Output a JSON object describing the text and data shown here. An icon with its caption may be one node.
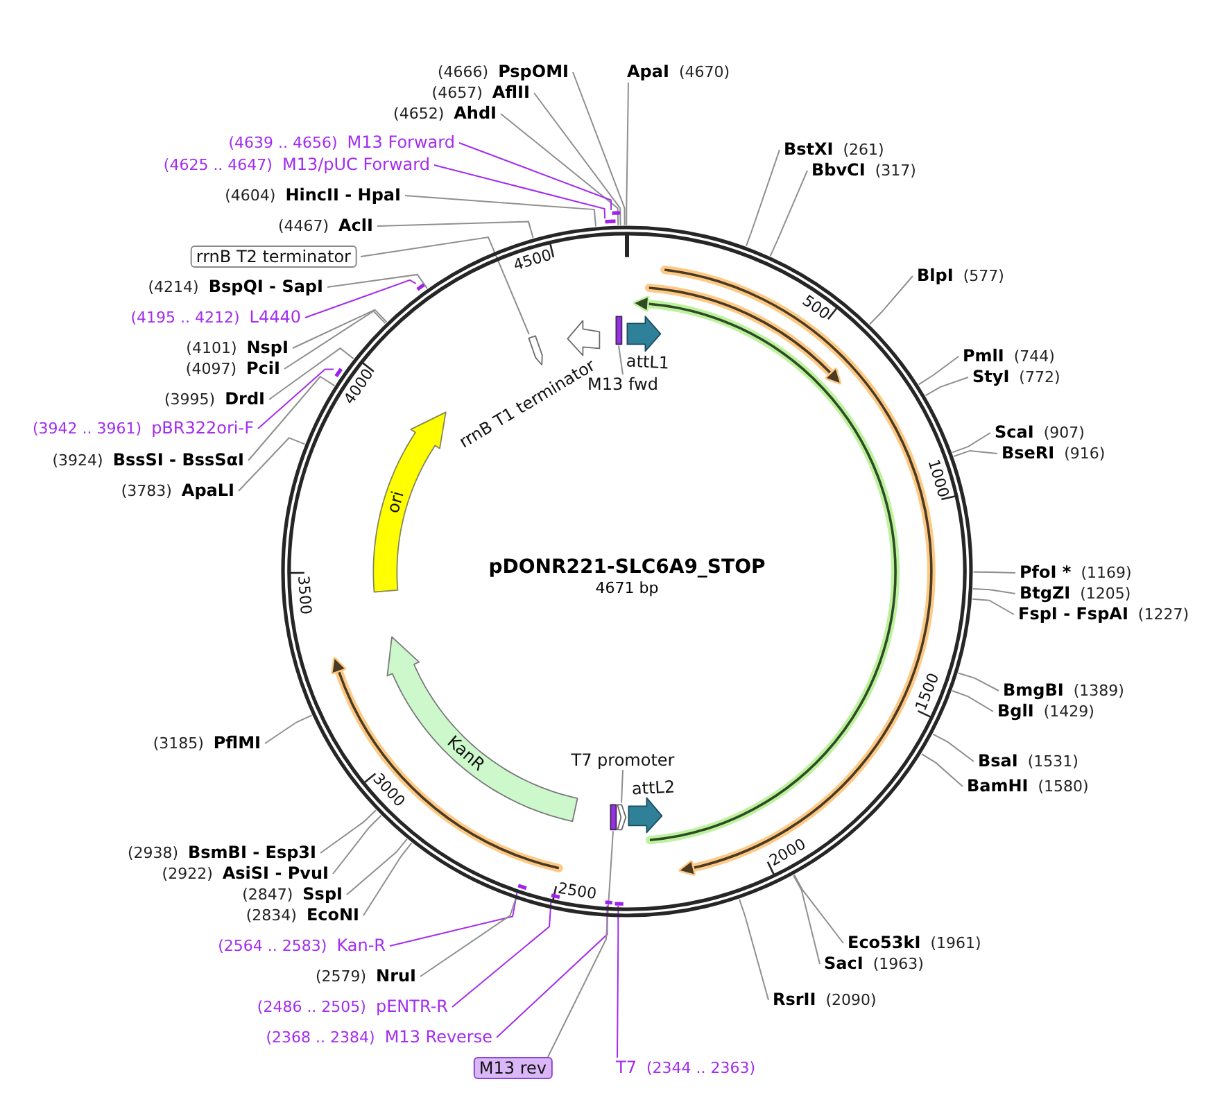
{
  "diagram": {
    "nodes": [
      {
        "text": [
          "pDONR221-SLC6A9_STOP",
          "4671 bp"
        ]
      },
      {
        "text": [],
        "shape": "arrow",
        "in": 0
      },
      {
        "text": [],
        "shape": "arrow",
        "in": 0,
        "beside": [
          "rrnB T1 terminator"
        ]
      },
      {
        "text": [],
        "shape": "bar",
        "in": 0
      },
      {
        "text": [],
        "shape": "arrow",
        "in": 0,
        "beside": [
          "attL1"
        ]
      },
      {
        "text": [
          "ori"
        ],
        "in": 0
      },
      {
        "text": [
          "KanR"
        ],
        "in": 0
      },
      {
        "text": [],
        "shape": "bar",
        "in": 0
      },
      {
        "text": [],
        "shape": "arrow",
        "in": 0
      },
      {
        "text": [],
        "shape": "arrow",
        "in": 0,
        "beside": [
          "attL2"
        ]
      },
      {
        "text": [
          "M13 fwd"
        ],
        "in": 0
      },
      {
        "text": [
          "T7 promoter"
        ],
        "in": 0
      },
      {
        "text": [],
        "shape": "bar"
      },
      {
        "text": [],
        "shape": "bar"
      },
      {
        "text": [],
        "shape": "bar"
      },
      {
        "text": [],
        "shape": "bar"
      },
      {
        "text": [],
        "shape": "bar",
        "in": 0
      },
      {
        "text": [],
        "shape": "bar",
        "in": 0
      },
      {
        "text": [],
        "shape": "bar",
        "in": 0
      },
      {
        "text": [],
        "shape": "bar",
        "in": 0
      },
      {
        "text": [
          "(4666)",
          "PspOMI"
        ]
      },
      {
        "text": [
          "(4657)",
          "AflII"
        ]
      },
      {
        "text": [
          "(4652)",
          "AhdI"
        ]
      },
      {
        "text": [
          "(4639 .. 4656)",
          "M13 Forward"
        ]
      },
      {
        "text": [
          "(4625 .. 4647)",
          "M13/pUC Forward"
        ]
      },
      {
        "text": [
          "(4604)",
          "HincII - HpaI"
        ]
      },
      {
        "text": [
          "(4467)",
          "AclI"
        ]
      },
      {
        "text": [
          "rrnB T2 terminator"
        ]
      },
      {
        "text": [
          "(4214)",
          "BspQI - SapI"
        ]
      },
      {
        "text": [
          "(4195 .. 4212)",
          "L4440"
        ]
      },
      {
        "text": [
          "(4101)",
          "NspI"
        ]
      },
      {
        "text": [
          "(4097)",
          "PciI"
        ]
      },
      {
        "text": [
          "(3995)",
          "DrdI"
        ]
      },
      {
        "text": [
          "(3942 .. 3961)",
          "pBR322ori-F"
        ]
      },
      {
        "text": [
          "(3924)",
          "BssSI - BssSαI"
        ]
      },
      {
        "text": [
          "(3783)",
          "ApaLI"
        ]
      },
      {
        "text": [
          "(3185)",
          "PflMI"
        ]
      },
      {
        "text": [
          "(2938)",
          "BsmBI - Esp3I"
        ]
      },
      {
        "text": [
          "(2922)",
          "AsiSI - PvuI"
        ]
      },
      {
        "text": [
          "(2847)",
          "SspI"
        ]
      },
      {
        "text": [
          "(2834)",
          "EcoNI"
        ]
      },
      {
        "text": [
          "(2564 .. 2583)",
          "Kan-R"
        ]
      },
      {
        "text": [
          "(2579)",
          "NruI"
        ]
      },
      {
        "text": [
          "(2486 .. 2505)",
          "pENTR-R"
        ]
      },
      {
        "text": [
          "(2368 .. 2384)",
          "M13 Reverse"
        ]
      },
      {
        "text": [
          "M13 rev"
        ]
      },
      {
        "text": [
          "T7",
          "(2344 .. 2363)"
        ]
      },
      {
        "text": [
          "ApaI",
          "(4670)"
        ]
      },
      {
        "text": [
          "BstXI",
          "(261)"
        ]
      },
      {
        "text": [
          "BbvCI",
          "(317)"
        ]
      },
      {
        "text": [
          "BlpI",
          "(577)"
        ]
      },
      {
        "text": [
          "PmlI",
          "(744)"
        ]
      },
      {
        "text": [
          "StyI",
          "(772)"
        ]
      },
      {
        "text": [
          "ScaI",
          "(907)"
        ]
      },
      {
        "text": [
          "BseRI",
          "(916)"
        ]
      },
      {
        "text": [
          "PfoI *",
          "(1169)"
        ]
      },
      {
        "text": [
          "BtgZI",
          "(1205)"
        ]
      },
      {
        "text": [
          "FspI - FspAI",
          "(1227)"
        ]
      },
      {
        "text": [
          "BmgBI",
          "(1389)"
        ]
      },
      {
        "text": [
          "BglI",
          "(1429)"
        ]
      },
      {
        "text": [
          "BsaI",
          "(1531)"
        ]
      },
      {
        "text": [
          "BamHI",
          "(1580)"
        ]
      },
      {
        "text": [
          "Eco53kI",
          "(1961)"
        ]
      },
      {
        "text": [
          "SacI",
          "(1963)"
        ]
      },
      {
        "text": [
          "RsrII",
          "(2090)"
        ]
      },
      {
        "text": [],
        "shape": "arrow",
        "in": 0
      },
      {
        "text": [],
        "shape": "arrow",
        "in": 0
      },
      {
        "text": [],
        "shape": "arrow",
        "in": 0
      },
      {
        "text": [],
        "shape": "arrow",
        "in": 0
      }
    ],
    "edges": [
      {
        "from": 10,
        "to": 3,
        "arrow": "none"
      },
      {
        "from": 11,
        "to": 8,
        "arrow": "none"
      },
      {
        "from": 20,
        "to": 0,
        "arrow": "none"
      },
      {
        "from": 21,
        "to": 0,
        "arrow": "none"
      },
      {
        "from": 22,
        "to": 0,
        "arrow": "none"
      },
      {
        "from": 23,
        "to": 12,
        "arrow": "none",
        "color": "#a32cf0"
      },
      {
        "from": 24,
        "to": 13,
        "arrow": "none",
        "color": "#a32cf0"
      },
      {
        "from": 25,
        "to": 0,
        "arrow": "none"
      },
      {
        "from": 26,
        "to": 0,
        "arrow": "none"
      },
      {
        "from": 27,
        "to": 1,
        "arrow": "none"
      },
      {
        "from": 28,
        "to": 0,
        "arrow": "none"
      },
      {
        "from": 29,
        "to": 14,
        "arrow": "none",
        "color": "#a32cf0"
      },
      {
        "from": 30,
        "to": 0,
        "arrow": "none"
      },
      {
        "from": 31,
        "to": 0,
        "arrow": "none"
      },
      {
        "from": 32,
        "to": 0,
        "arrow": "none"
      },
      {
        "from": 33,
        "to": 15,
        "arrow": "none",
        "color": "#a32cf0"
      },
      {
        "from": 34,
        "to": 0,
        "arrow": "none"
      },
      {
        "from": 35,
        "to": 0,
        "arrow": "none"
      },
      {
        "from": 36,
        "to": 0,
        "arrow": "none"
      },
      {
        "from": 37,
        "to": 0,
        "arrow": "none"
      },
      {
        "from": 38,
        "to": 0,
        "arrow": "none"
      },
      {
        "from": 39,
        "to": 0,
        "arrow": "none"
      },
      {
        "from": 40,
        "to": 0,
        "arrow": "none"
      },
      {
        "from": 41,
        "to": 16,
        "arrow": "none",
        "color": "#a32cf0"
      },
      {
        "from": 42,
        "to": 0,
        "arrow": "none"
      },
      {
        "from": 43,
        "to": 17,
        "arrow": "none",
        "color": "#a32cf0"
      },
      {
        "from": 44,
        "to": 18,
        "arrow": "none",
        "color": "#a32cf0"
      },
      {
        "from": 45,
        "to": 7,
        "arrow": "none"
      },
      {
        "from": 46,
        "to": 19,
        "arrow": "none",
        "color": "#a32cf0"
      },
      {
        "from": 47,
        "to": 0,
        "arrow": "none"
      },
      {
        "from": 48,
        "to": 0,
        "arrow": "none"
      },
      {
        "from": 49,
        "to": 0,
        "arrow": "none"
      },
      {
        "from": 50,
        "to": 0,
        "arrow": "none"
      },
      {
        "from": 51,
        "to": 0,
        "arrow": "none"
      },
      {
        "from": 52,
        "to": 0,
        "arrow": "none"
      },
      {
        "from": 53,
        "to": 0,
        "arrow": "none"
      },
      {
        "from": 54,
        "to": 0,
        "arrow": "none"
      },
      {
        "from": 55,
        "to": 0,
        "arrow": "none"
      },
      {
        "from": 56,
        "to": 0,
        "arrow": "none"
      },
      {
        "from": 57,
        "to": 0,
        "arrow": "none"
      },
      {
        "from": 58,
        "to": 0,
        "arrow": "none"
      },
      {
        "from": 59,
        "to": 0,
        "arrow": "none"
      },
      {
        "from": 60,
        "to": 0,
        "arrow": "none"
      },
      {
        "from": 61,
        "to": 0,
        "arrow": "none"
      },
      {
        "from": 62,
        "to": 0,
        "arrow": "none"
      },
      {
        "from": 63,
        "to": 0,
        "arrow": "none"
      },
      {
        "from": 64,
        "to": 0,
        "arrow": "none"
      }
    ],
    "labels": [
      "500",
      "1000",
      "1500",
      "2000",
      "2500",
      "3000",
      "3500",
      "4000",
      "4500"
    ]
  }
}
